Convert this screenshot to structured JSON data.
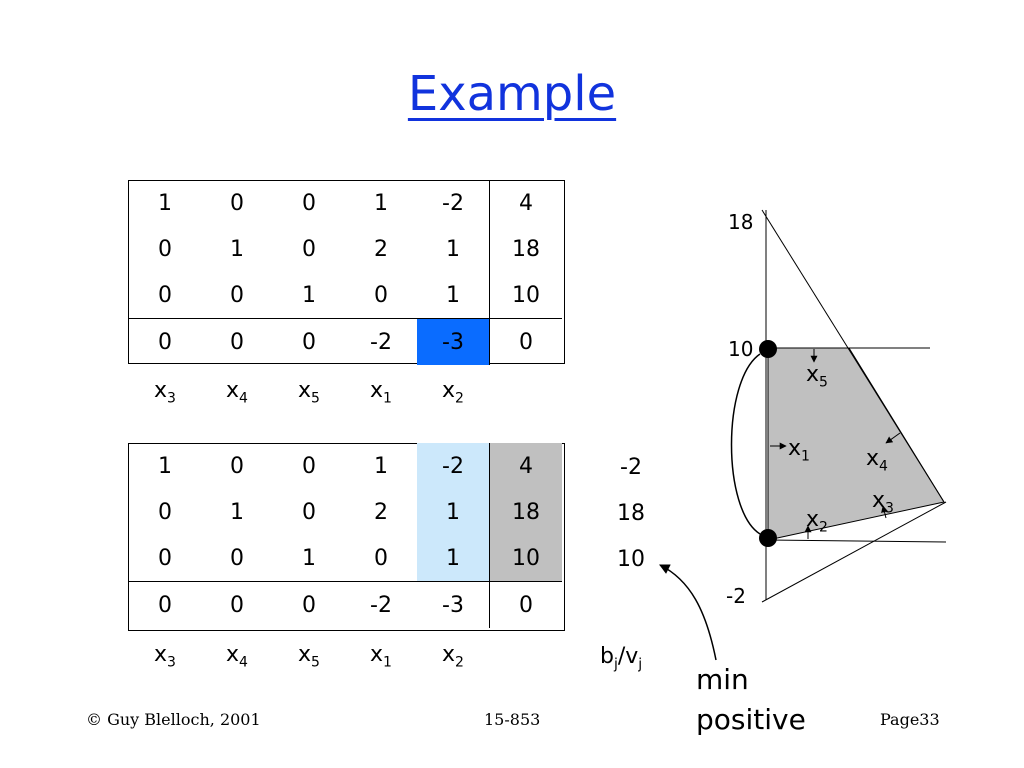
{
  "title": "Example",
  "tableau1": {
    "rows": [
      [
        "1",
        "0",
        "0",
        "1",
        "-2",
        "4"
      ],
      [
        "0",
        "1",
        "0",
        "2",
        "1",
        "18"
      ],
      [
        "0",
        "0",
        "1",
        "0",
        "1",
        "10"
      ],
      [
        "0",
        "0",
        "0",
        "-2",
        "-3",
        "0"
      ]
    ],
    "labels": [
      {
        "base": "x",
        "sub": "3"
      },
      {
        "base": "x",
        "sub": "4"
      },
      {
        "base": "x",
        "sub": "5"
      },
      {
        "base": "x",
        "sub": "1"
      },
      {
        "base": "x",
        "sub": "2"
      }
    ]
  },
  "tableau2": {
    "rows": [
      [
        "1",
        "0",
        "0",
        "1",
        "-2",
        "4"
      ],
      [
        "0",
        "1",
        "0",
        "2",
        "1",
        "18"
      ],
      [
        "0",
        "0",
        "1",
        "0",
        "1",
        "10"
      ],
      [
        "0",
        "0",
        "0",
        "-2",
        "-3",
        "0"
      ]
    ],
    "labels": [
      {
        "base": "x",
        "sub": "3"
      },
      {
        "base": "x",
        "sub": "4"
      },
      {
        "base": "x",
        "sub": "5"
      },
      {
        "base": "x",
        "sub": "1"
      },
      {
        "base": "x",
        "sub": "2"
      }
    ],
    "ratios": [
      "-2",
      "18",
      "10"
    ]
  },
  "ratio_label": {
    "b": "b",
    "b_sub": "j",
    "slash": "/v",
    "v_sub": "j"
  },
  "annotation": {
    "line1": "min",
    "line2": "positive"
  },
  "diagram": {
    "axis_labels": {
      "top": "18",
      "mid": "10",
      "bottom": "-2"
    },
    "vars": [
      {
        "base": "x",
        "sub": "5"
      },
      {
        "base": "x",
        "sub": "1"
      },
      {
        "base": "x",
        "sub": "4"
      },
      {
        "base": "x",
        "sub": "3"
      },
      {
        "base": "x",
        "sub": "2"
      }
    ]
  },
  "colors": {
    "title": "#1133dd",
    "selected": "#0a6cff",
    "pivot_column": "#cce8fb",
    "rhs_column": "#c0c0c0",
    "feasible_region": "#c0c0c0"
  },
  "footer": {
    "left": "© Guy Blelloch, 2001",
    "center": "15-853",
    "right": "Page33"
  }
}
